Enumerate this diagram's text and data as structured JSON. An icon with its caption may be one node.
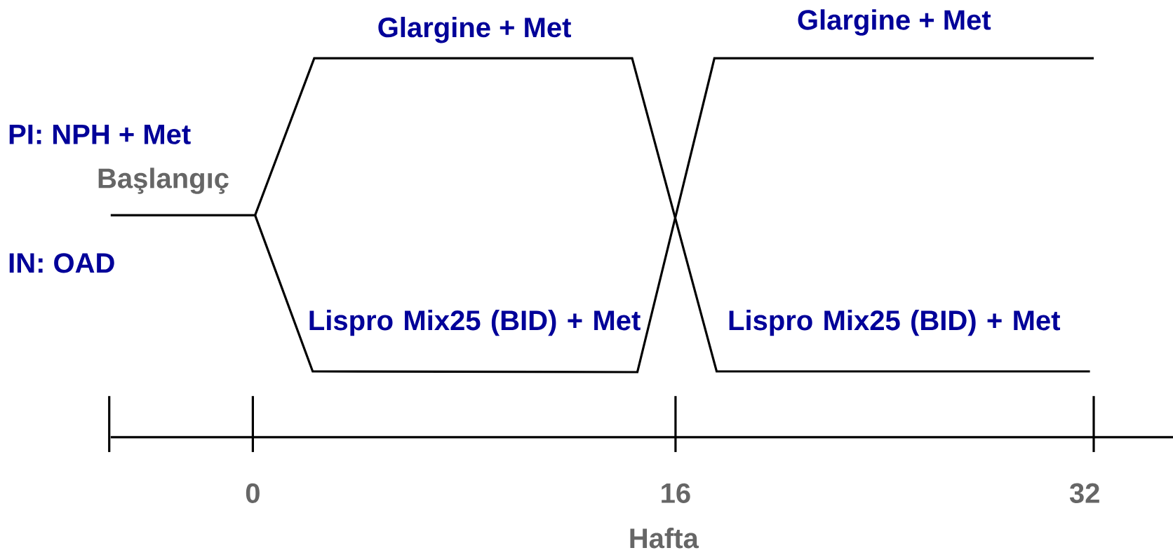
{
  "diagram": {
    "labels": [
      "Glargine + Met",
      "Glargine + Met",
      "PI: NPH + Met",
      "Başlangıç",
      "IN: OAD",
      "Lispro Mix25 (BID) + Met",
      "Lispro Mix25 (BID) + Met",
      "0",
      "16",
      "32",
      "Hafta"
    ]
  }
}
